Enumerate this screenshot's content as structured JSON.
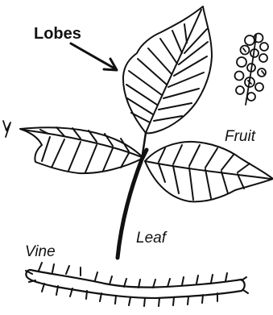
{
  "labels": {
    "lobes": "Lobes",
    "fruit": "Fruit",
    "leaf": "Leaf",
    "vine": "Vine"
  },
  "colors": {
    "ink": "#111111",
    "background": "#ffffff"
  }
}
